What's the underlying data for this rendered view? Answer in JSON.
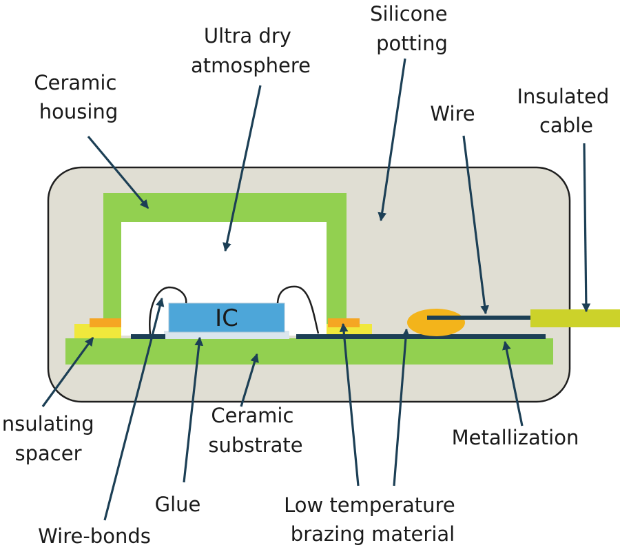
{
  "labels": {
    "silicone_potting": [
      "Silicone",
      "potting"
    ],
    "ultra_dry_atmosphere": [
      "Ultra dry",
      "atmosphere"
    ],
    "ceramic_housing": [
      "Ceramic",
      "housing"
    ],
    "wire": [
      "Wire"
    ],
    "insulated_cable": [
      "Insulated",
      "cable"
    ],
    "ic": "IC",
    "insulating_spacer": [
      "Insulating",
      "spacer"
    ],
    "ceramic_substrate": [
      "Ceramic",
      "substrate"
    ],
    "metallization": [
      "Metallization"
    ],
    "glue": [
      "Glue"
    ],
    "low_temperature_brazing_material": [
      "Low temperature",
      "brazing material"
    ],
    "wire_bonds": [
      "Wire-bonds"
    ]
  },
  "colors": {
    "potting": "#e0ded3",
    "potting_outline": "#1f1f1f",
    "ceramic_green": "#92d050",
    "cavity": "#ffffff",
    "ic_blue": "#4da6d9",
    "glue": "#dbe6ee",
    "metallization": "#1c3f55",
    "spacer_yellow": "#f0e83c",
    "brazing_orange": "#f5a623",
    "solder_blob": "#f3b41b",
    "cable": "#ccd22a",
    "arrow": "#1c3f55",
    "wire_bond": "#1f1f1f"
  }
}
